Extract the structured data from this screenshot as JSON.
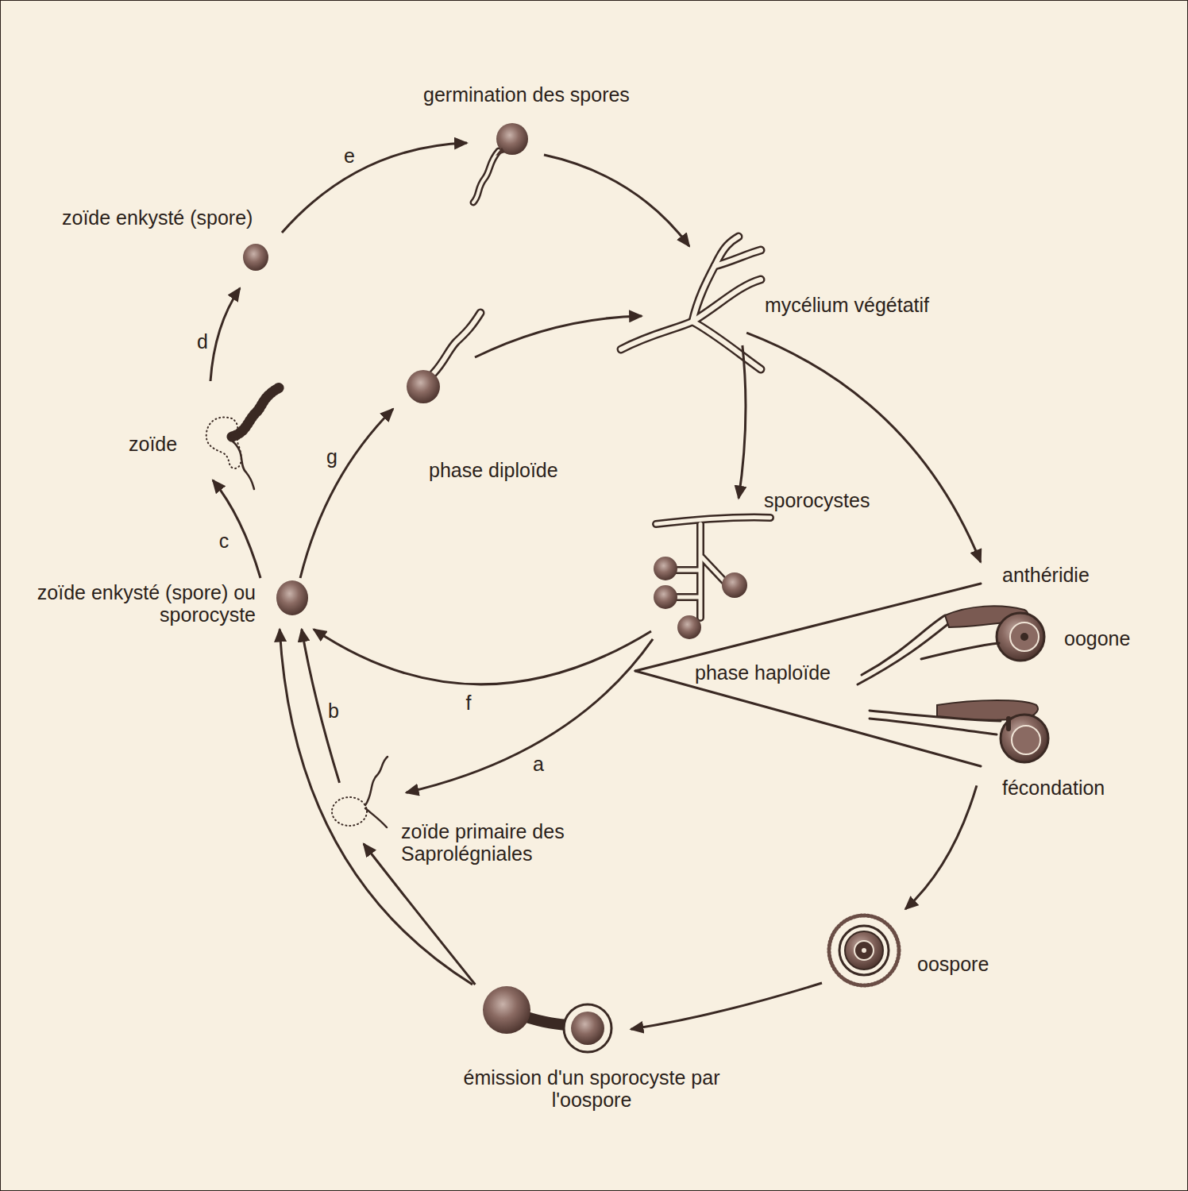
{
  "diagram": {
    "nodes": [
      {
        "text": [
          "germination des spores"
        ]
      },
      {
        "text": [
          "zoïde enkysté (spore)"
        ]
      },
      {
        "text": [
          "mycélium végétatif"
        ]
      },
      {
        "text": [
          "zoïde"
        ]
      },
      {
        "text": [
          "sporocystes"
        ]
      },
      {
        "text": [
          "zoïde enkysté (spore) ou sporocyste"
        ]
      },
      {
        "text": [
          "anthéridie",
          "oogone"
        ]
      },
      {
        "text": [
          "fécondation"
        ]
      },
      {
        "text": [
          "zoïde primaire des Saprolégniales"
        ]
      },
      {
        "text": [
          "oospore"
        ]
      },
      {
        "text": [
          "émission d'un sporocyste par l'oospore"
        ]
      }
    ],
    "edges": [
      {
        "from": 1,
        "to": 0,
        "arrow": "to",
        "label": "e"
      },
      {
        "from": 0,
        "to": 2,
        "arrow": "to"
      },
      {
        "from": 3,
        "to": 1,
        "arrow": "to",
        "label": "d"
      },
      {
        "from": 5,
        "to": 3,
        "arrow": "to",
        "label": "c"
      },
      {
        "from": 5,
        "to": 2,
        "arrow": "to",
        "label": "g"
      },
      {
        "from": 2,
        "to": 4,
        "arrow": "to"
      },
      {
        "from": 2,
        "to": 6,
        "arrow": "to"
      },
      {
        "from": 4,
        "to": 5,
        "arrow": "to",
        "label": "f"
      },
      {
        "from": 4,
        "to": 8,
        "arrow": "to",
        "label": "a"
      },
      {
        "from": 8,
        "to": 5,
        "arrow": "to",
        "label": "b"
      },
      {
        "from": 7,
        "to": 9,
        "arrow": "to"
      },
      {
        "from": 9,
        "to": 10,
        "arrow": "to"
      },
      {
        "from": 10,
        "to": 5,
        "arrow": "to"
      },
      {
        "from": 10,
        "to": 8,
        "arrow": "to"
      }
    ],
    "labels": [
      "phase diploïde",
      "phase haploïde"
    ]
  }
}
